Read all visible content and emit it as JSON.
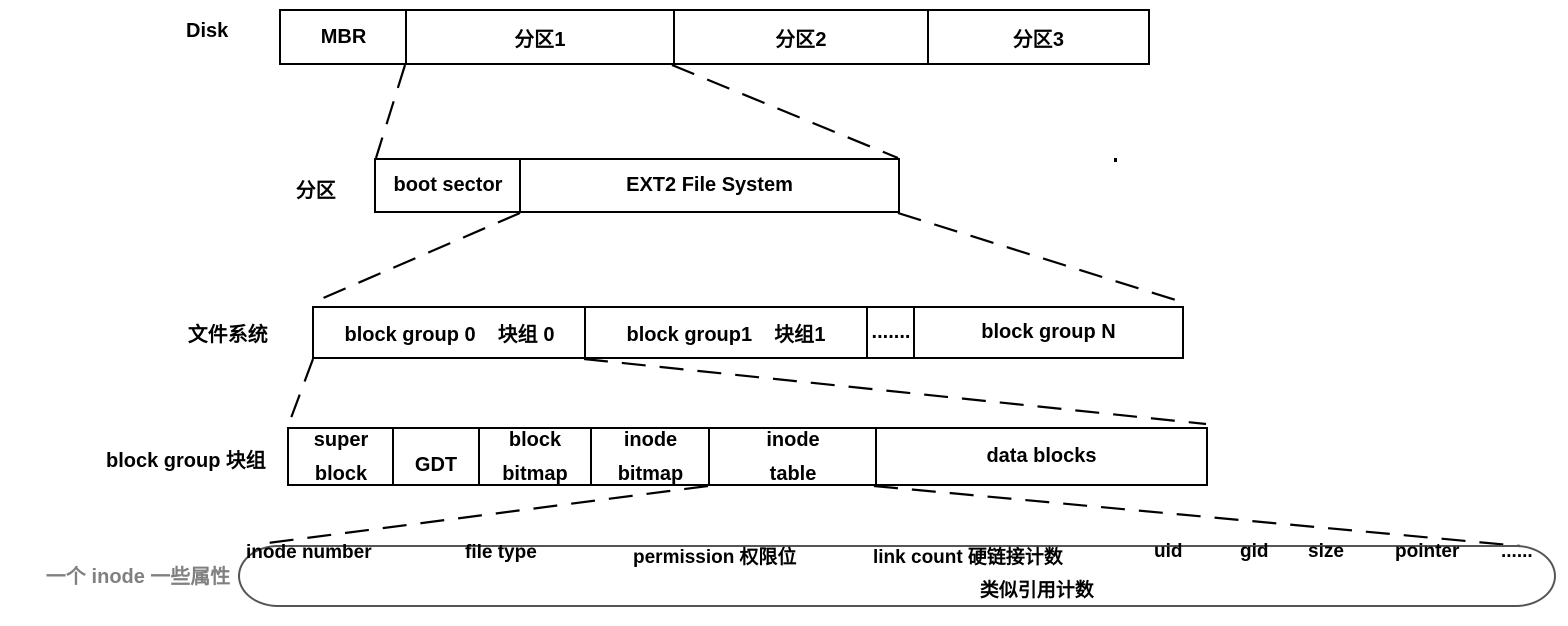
{
  "levels": {
    "disk": {
      "label": "Disk",
      "cells": [
        "MBR",
        "分区1",
        "分区2",
        "分区3"
      ]
    },
    "partition": {
      "label": "分区",
      "cells": [
        "boot sector",
        "EXT2 File System"
      ]
    },
    "filesystem": {
      "label": "文件系统",
      "cells": [
        "block group 0    块组 0",
        "block group1    块组1",
        ".......",
        "block group N"
      ]
    },
    "block_group": {
      "label": "block group 块组",
      "cells": [
        {
          "line1": "super",
          "line2": "block"
        },
        {
          "line1": "GDT",
          "line2": ""
        },
        {
          "line1": "block",
          "line2": "bitmap"
        },
        {
          "line1": "inode",
          "line2": "bitmap"
        },
        {
          "line1": "inode",
          "line2": "table"
        },
        {
          "line1": "data blocks",
          "line2": ""
        }
      ]
    },
    "inode": {
      "label": "一个 inode 一些属性",
      "attributes": [
        "inode number",
        "file type",
        "permission 权限位",
        "link count 硬链接计数",
        "uid",
        "gid",
        "size",
        "pointer",
        "......"
      ],
      "note": "类似引用计数"
    }
  }
}
